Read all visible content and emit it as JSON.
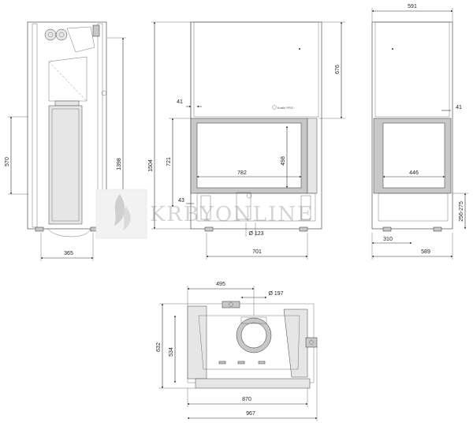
{
  "watermark": {
    "text": "KRBYONLINE",
    "color": "#d4d4d4"
  },
  "product_mark": {
    "text": "Kratki PRO"
  },
  "colors": {
    "line": "#333333",
    "fill_light": "#e6e6e6",
    "fill_mid": "#c8c8c8",
    "background": "#ffffff"
  },
  "side_view": {
    "dims": {
      "height_570": "570",
      "height_1398": "1398",
      "depth_365": "365"
    }
  },
  "front_view": {
    "dims": {
      "height_1504": "1504",
      "height_676": "676",
      "height_721": "721",
      "height_498": "498",
      "offset_41": "41",
      "offset_43": "43",
      "width_782": "782",
      "width_701": "701",
      "flue_123": "Ø 123"
    }
  },
  "right_view": {
    "dims": {
      "width_591": "591",
      "width_446": "446",
      "offset_41": "41",
      "height_256_275": "256-275",
      "width_310": "310",
      "width_589": "589"
    }
  },
  "top_view": {
    "dims": {
      "width_495": "495",
      "flue_197": "Ø 197",
      "depth_632": "632",
      "depth_534": "534",
      "width_870": "870",
      "width_967": "967"
    }
  }
}
